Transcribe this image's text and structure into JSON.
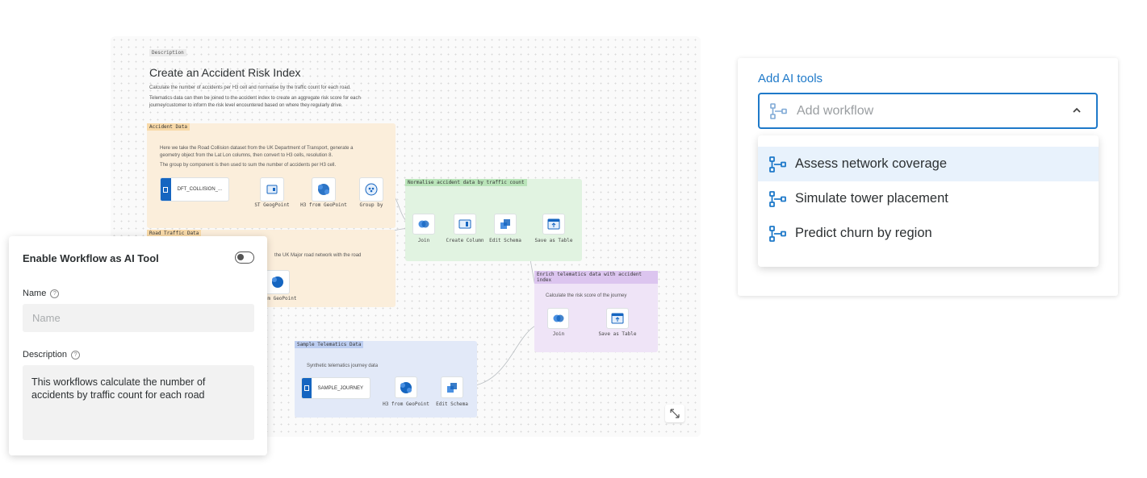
{
  "canvas": {
    "description_tag": "Description",
    "title": "Create an Accident Risk Index",
    "para1": "Calculate the number of accidents per H3 cell and normalise by the traffic count for each road.",
    "para2": "Telematics data can then be joined to the accident index to create an aggregate risk score for each journey/customer to inform the risk level encountered based on where they regularly drive.",
    "groups": {
      "accident": {
        "tag": "Accident Data",
        "note1": "Here we take the Road Collision dataset from the UK Department of Transport, generate a geometry object from the Lat Lon columns, then convert to H3 cells, resolution 8.",
        "note2": "The group by component is then used to sum the number of accidents per H3 cell.",
        "source": "DFT_COLLISION_...",
        "nodes": [
          "ST GeogPoint",
          "H3 from GeoPoint",
          "Group by"
        ]
      },
      "traffic": {
        "tag": "Road Traffic Data",
        "note": "the UK Major road network with the road",
        "nodes": [
          "from GeoPoint"
        ]
      },
      "normalize": {
        "tag": "Normalise accident data by traffic count",
        "nodes": [
          "Join",
          "Create Column",
          "Edit Schema",
          "Save as Table"
        ]
      },
      "enrich": {
        "tag": "Enrich telematics data with accident index",
        "note": "Calculate the risk score of the journey",
        "nodes": [
          "Join",
          "Save as Table"
        ]
      },
      "telematics": {
        "tag": "Sample Telematics Data",
        "note": "Synthetic telematics journey data",
        "source": "SAMPLE_JOURNEY",
        "nodes": [
          "H3 from GeoPoint",
          "Edit Schema"
        ]
      }
    },
    "colors": {
      "accident": "#fbeedb",
      "normalize": "#e1f3e1",
      "enrich": "#efe4f7",
      "telematics": "#e2e9f8",
      "accent": "#1565c0"
    }
  },
  "panel": {
    "title": "Enable Workflow as AI Tool",
    "toggle_on": false,
    "name_label": "Name",
    "name_placeholder": "Name",
    "description_label": "Description",
    "description_value": "This workflows calculate the number of accidents by traffic count for each road"
  },
  "ai_tools": {
    "title": "Add AI tools",
    "placeholder": "Add workflow",
    "accent": "#1e79c9",
    "options": [
      {
        "label": "Assess network coverage",
        "icon": "workflow-icon",
        "highlighted": true
      },
      {
        "label": "Simulate tower placement",
        "icon": "workflow-icon",
        "highlighted": false
      },
      {
        "label": "Predict churn by region",
        "icon": "workflow-icon",
        "highlighted": false
      }
    ]
  }
}
